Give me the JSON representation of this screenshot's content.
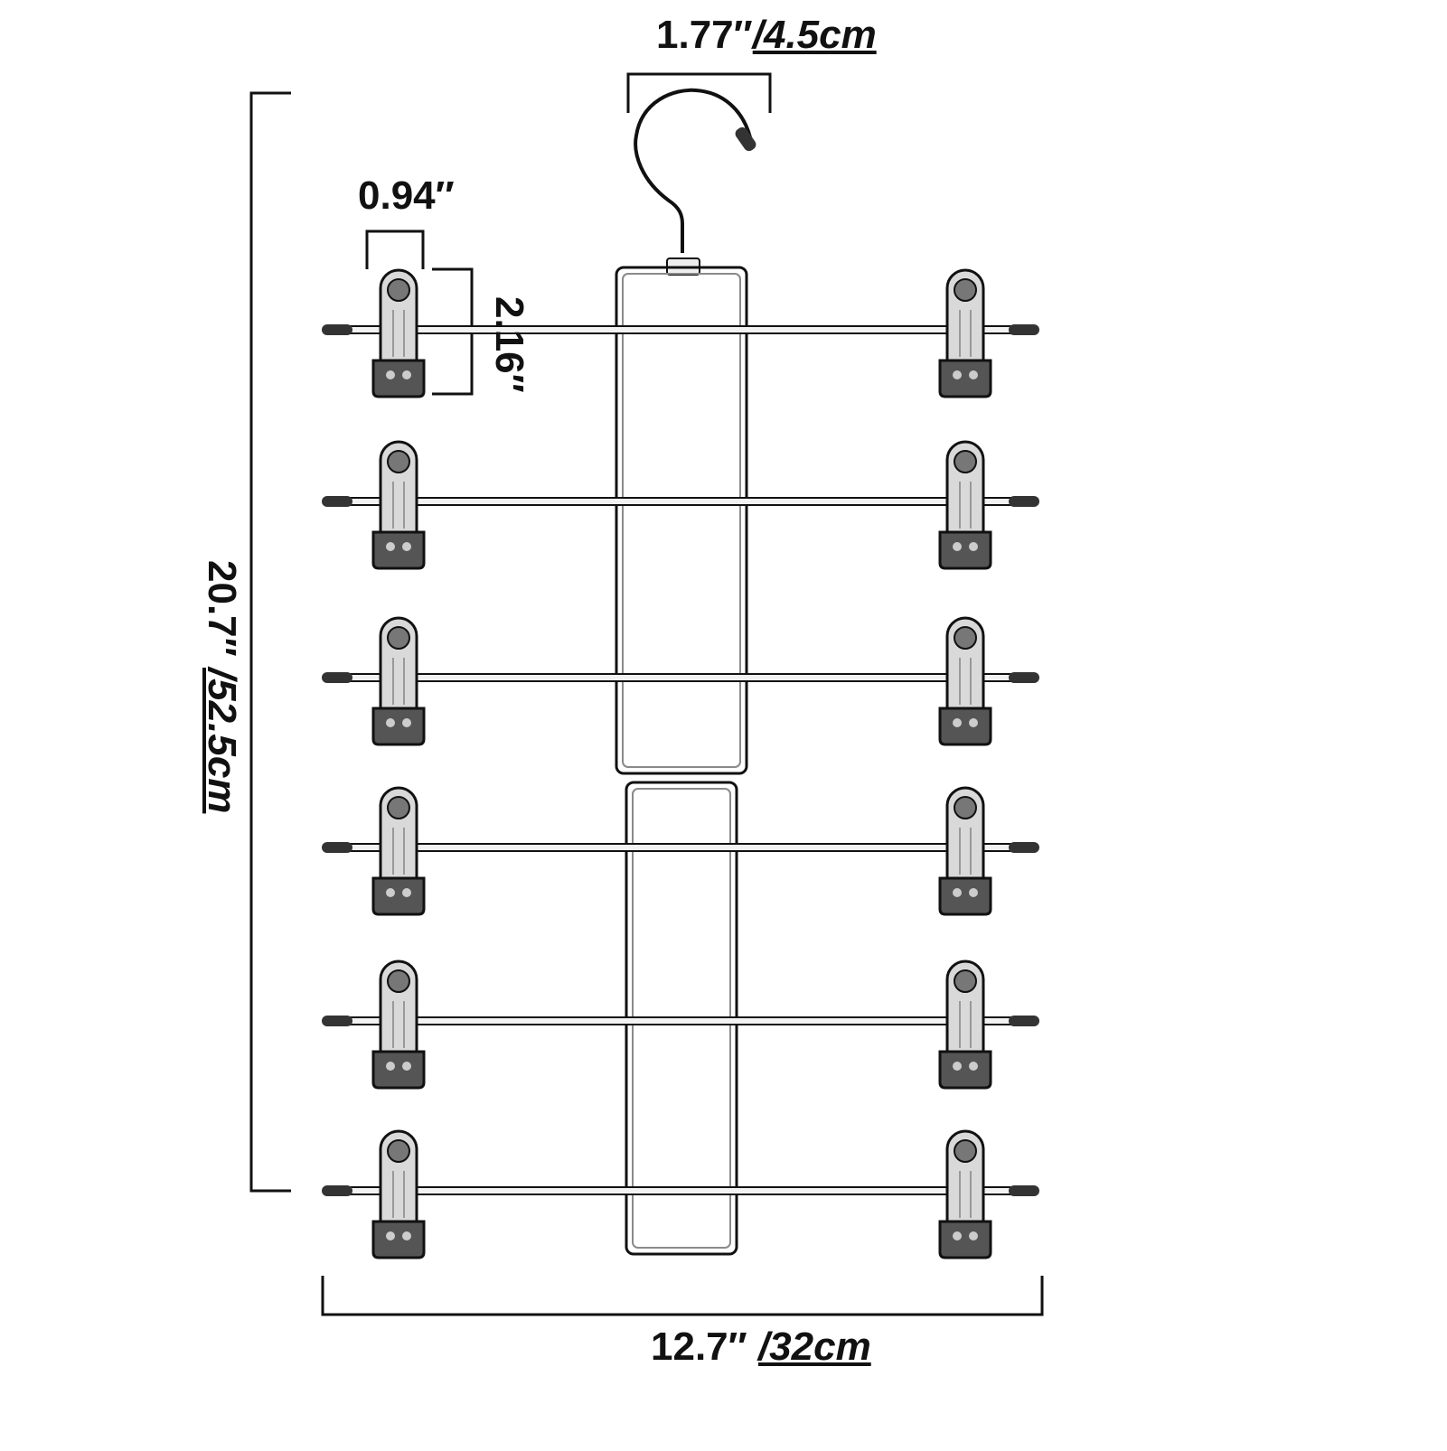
{
  "dimensions": {
    "hook_width": {
      "imperial": "1.77″",
      "metric": "/4.5cm"
    },
    "clip_width": {
      "imperial": "0.94″"
    },
    "clip_height": {
      "imperial": "2.16″"
    },
    "total_height": {
      "imperial": "20.7″",
      "metric": "/52.5cm"
    },
    "total_width": {
      "imperial": "12.7″",
      "metric": "/32cm"
    }
  },
  "tiers": 6,
  "colors": {
    "line": "#111111",
    "metal": "#8a8a8a",
    "clip_body": "#d9d9d9",
    "clip_base": "#555555"
  }
}
